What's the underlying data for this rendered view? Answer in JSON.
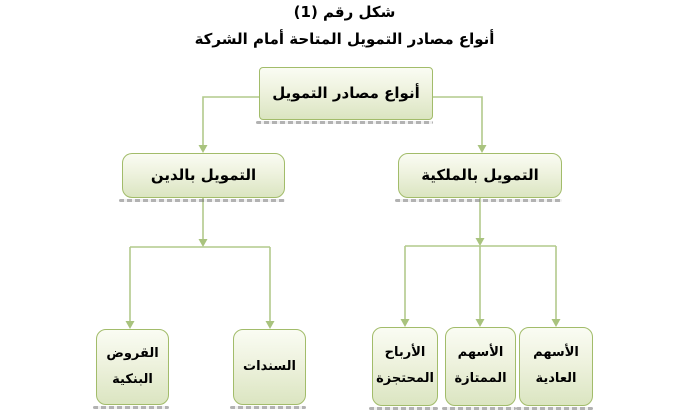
{
  "figure": {
    "caption_line1": "شكل رقم (1)",
    "caption_line2": "أنواع مصادر التمويل المتاحة أمام الشركة"
  },
  "tree": {
    "root": {
      "label": "أنواع مصادر التمويل"
    },
    "branches": [
      {
        "id": "debt",
        "label": "التمويل بالدين"
      },
      {
        "id": "equity",
        "label": "التمويل بالملكية"
      }
    ],
    "leaves": [
      {
        "parent": "debt",
        "line1": "القروض",
        "line2": "البنكية"
      },
      {
        "parent": "debt",
        "line1": "السندات"
      },
      {
        "parent": "equity",
        "line1": "الأرباح",
        "line2": "المحتجزة"
      },
      {
        "parent": "equity",
        "line1": "الأسهم",
        "line2": "الممتازة"
      },
      {
        "parent": "equity",
        "line1": "الأسهم",
        "line2": "العادية"
      }
    ]
  },
  "colors": {
    "background": "#ffffff",
    "text": "#000000",
    "node_border": "#a2bc6a",
    "node_fill_top": "#fafcf3",
    "node_fill_bottom": "#dbe5c1",
    "connector": "#b2ca8c",
    "connector_arrow": "#a9c37e",
    "shadow": "#8c8c8c"
  }
}
